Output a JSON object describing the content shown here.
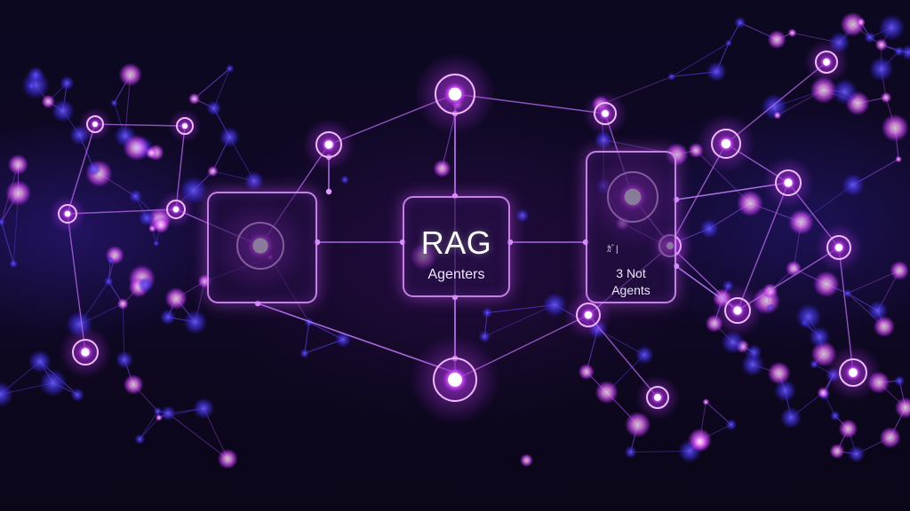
{
  "cards": {
    "center": {
      "title": "RAG",
      "subtitle": "Agenters"
    },
    "right": {
      "glyph": "ｶﾞ|",
      "line1": "3 Not",
      "line2": "Agents"
    }
  },
  "colors": {
    "background": "#0c0820",
    "node_glow": "#d94dff",
    "node_core": "#ffffff",
    "edge": "#b86cf0",
    "blue_cluster": "#3a2bd6",
    "card_border": "#e196ff"
  }
}
